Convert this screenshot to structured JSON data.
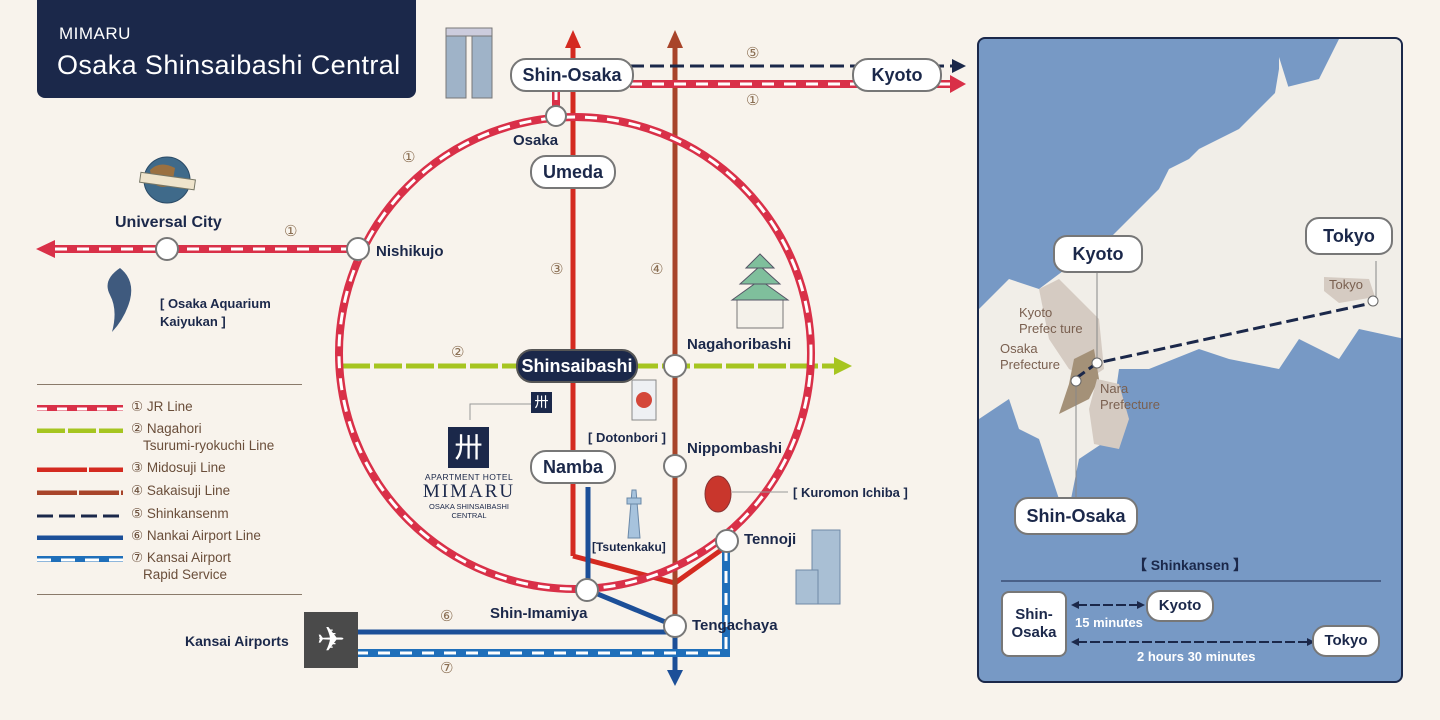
{
  "header": {
    "brand": "MIMARU",
    "title": "Osaka Shinsaibashi Central"
  },
  "colors": {
    "background": "#f8f3ec",
    "navy": "#1b284a",
    "jr_line": "#d93048",
    "nagahori_line": "#a6c520",
    "midosuji_line": "#d42a20",
    "sakaisuji_line": "#a8442a",
    "shinkansen": "#1b284a",
    "nankai_line": "#1c4f98",
    "kansai_rapid": "#1f6fba",
    "sea": "#7799c5",
    "land": "#f1eee8"
  },
  "stations": {
    "shin_osaka": "Shin-Osaka",
    "kyoto": "Kyoto",
    "osaka": "Osaka",
    "umeda": "Umeda",
    "universal_city": "Universal City",
    "nishikujo": "Nishikujo",
    "shinsaibashi": "Shinsaibashi",
    "nagahoribashi": "Nagahoribashi",
    "namba": "Namba",
    "nippombashi": "Nippombashi",
    "tennoji": "Tennoji",
    "shin_imamiya": "Shin-Imamiya",
    "tengachaya": "Tengachaya",
    "kansai_airports": "Kansai Airports"
  },
  "line_numbers": {
    "jr": "①",
    "nagahori": "②",
    "midosuji": "③",
    "sakaisuji": "④",
    "shinkansen": "⑤",
    "nankai": "⑥",
    "kansai_rapid": "⑦"
  },
  "landmarks": {
    "aquarium": "[ Osaka Aquarium\nKaiyukan ]",
    "aquarium_line1": "[ Osaka Aquarium",
    "aquarium_line2": "Kaiyukan ]",
    "dotonbori": "[ Dotonbori ]",
    "kuromon": "[ Kuromon Ichiba ]",
    "tsutenkaku": "[Tsutenkaku]"
  },
  "hotel": {
    "logo_glyph": "卅",
    "line1": "APARTMENT HOTEL",
    "line2": "MIMARU",
    "line3": "OSAKA SHINSAIBASHI",
    "line4": "CENTRAL"
  },
  "legend": [
    {
      "num": "①",
      "label": "JR Line",
      "label2": "",
      "style": "jr"
    },
    {
      "num": "②",
      "label": "Nagahori",
      "label2": "Tsurumi-ryokuchi Line",
      "style": "nagahori"
    },
    {
      "num": "③",
      "label": "Midosuji Line",
      "label2": "",
      "style": "midosuji"
    },
    {
      "num": "④",
      "label": "Sakaisuji Line",
      "label2": "",
      "style": "sakaisuji"
    },
    {
      "num": "⑤",
      "label": "Shinkansenm",
      "label2": "",
      "style": "shinkansen"
    },
    {
      "num": "⑥",
      "label": "Nankai Airport Line",
      "label2": "",
      "style": "nankai"
    },
    {
      "num": "⑦",
      "label": "Kansai Airport",
      "label2": "Rapid Service",
      "style": "kansai_rapid"
    }
  ],
  "inset": {
    "kyoto_pill": "Kyoto",
    "tokyo_pill": "Tokyo",
    "shin_osaka_pill": "Shin-Osaka",
    "tokyo_area": "Tokyo",
    "kyoto_pref_1": "Kyoto",
    "kyoto_pref_2": "Prefec ture",
    "osaka_pref_1": "Osaka",
    "osaka_pref_2": "Prefecture",
    "nara_pref_1": "Nara",
    "nara_pref_2": "Prefecture",
    "shinkansen_title": "【 Shinkansen 】",
    "origin_1": "Shin-",
    "origin_2": "Osaka",
    "dest_kyoto": "Kyoto",
    "time_kyoto": "15 minutes",
    "dest_tokyo": "Tokyo",
    "time_tokyo": "2 hours 30 minutes"
  }
}
